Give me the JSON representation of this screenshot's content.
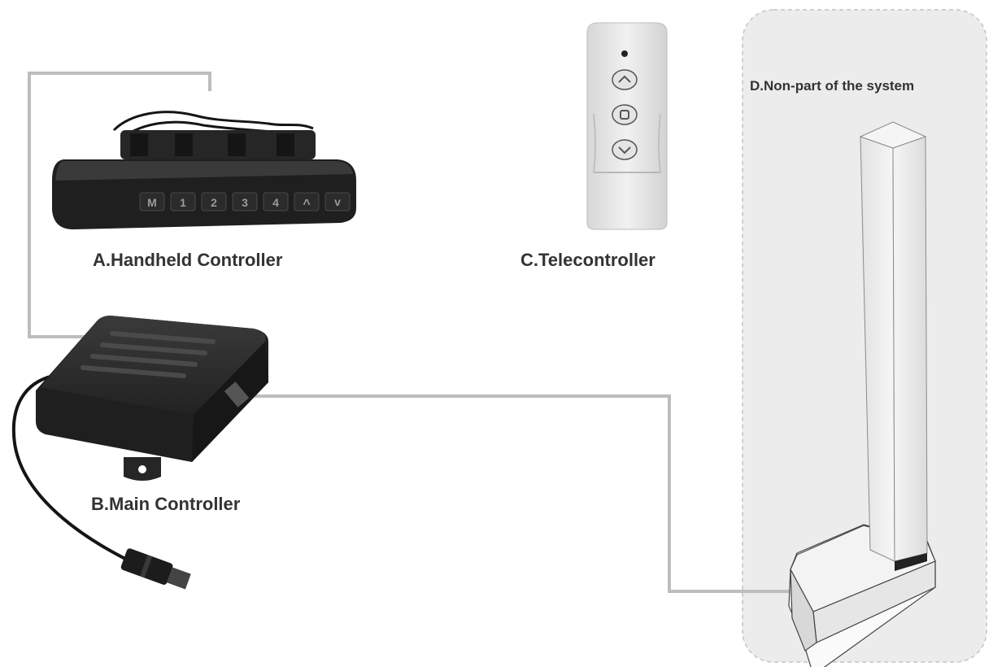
{
  "labels": {
    "handheld": "A.Handheld Controller",
    "main": "B.Main Controller",
    "remote": "C.Telecontroller",
    "non_part": "D.Non-part of the system"
  },
  "handheld_keys": [
    "M",
    "1",
    "2",
    "3",
    "4",
    "^",
    "v"
  ],
  "colors": {
    "wire": "#bdbdbd",
    "zone_fill": "#ececec",
    "zone_border": "#c4c4c4",
    "label_text": "#333333",
    "device_dark": "#1f1f1f"
  },
  "icons": {
    "remote_up": "chevron-up-icon",
    "remote_stop": "stop-icon",
    "remote_down": "chevron-down-icon"
  }
}
